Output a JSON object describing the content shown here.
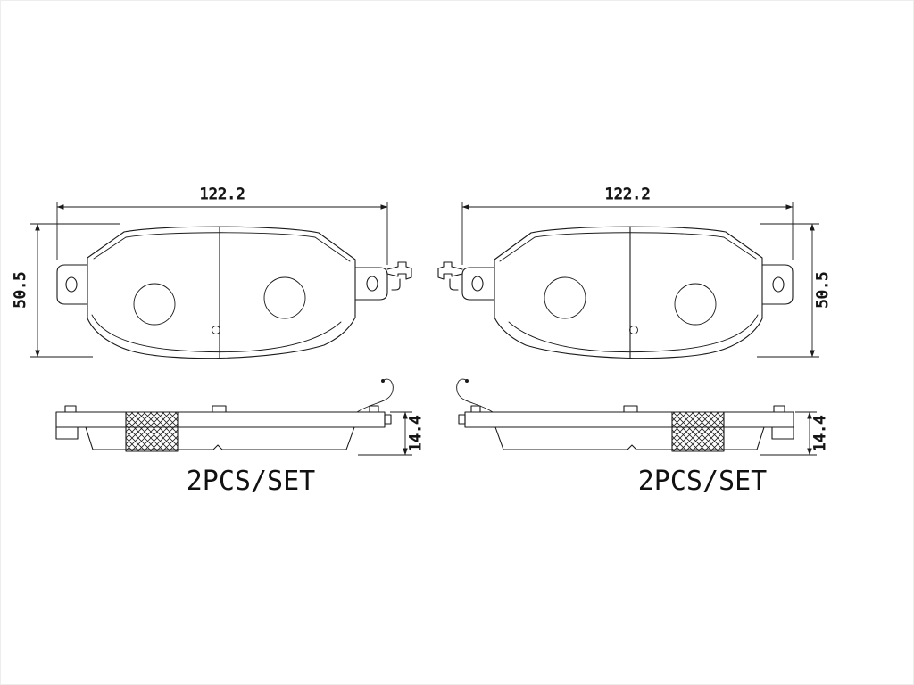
{
  "page": {
    "background": "#ffffff",
    "line_color": "#1a1a1a"
  },
  "drawing": {
    "figures": [
      {
        "position": "left",
        "dim_width": "122.2",
        "dim_height": "50.5",
        "dim_thickness": "14.4",
        "set_label": "2PCS/SET"
      },
      {
        "position": "right",
        "dim_width": "122.2",
        "dim_height": "50.5",
        "dim_thickness": "14.4",
        "set_label": "2PCS/SET"
      }
    ]
  }
}
